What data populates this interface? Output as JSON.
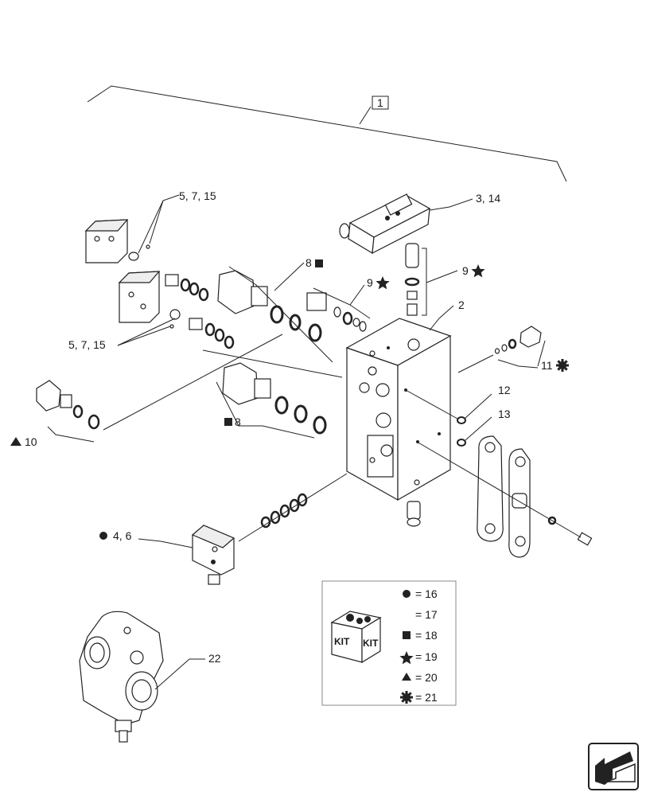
{
  "assembly_label": "1",
  "callouts": {
    "c5_7_15_top": "5, 7, 15",
    "c5_7_15_bottom": "5, 7, 15",
    "c3_14": "3, 14",
    "c8_top": "8",
    "c9_left": "9",
    "c9_right": "9",
    "c2": "2",
    "c11": "11",
    "c12": "12",
    "c13": "13",
    "c10": "10",
    "c8_bottom": "8",
    "c4_6": "4, 6",
    "c22": "22"
  },
  "kit_legend": {
    "kit_box_text_1": "KIT",
    "kit_box_text_2": "KIT",
    "rows": [
      {
        "symbol": "circle",
        "text": "= 16"
      },
      {
        "symbol": "none",
        "text": "= 17"
      },
      {
        "symbol": "square",
        "text": "= 18"
      },
      {
        "symbol": "star",
        "text": "= 19"
      },
      {
        "symbol": "triangle",
        "text": "= 20"
      },
      {
        "symbol": "gear",
        "text": "= 21"
      }
    ]
  },
  "nav_icon": "next-page-arrow-icon"
}
